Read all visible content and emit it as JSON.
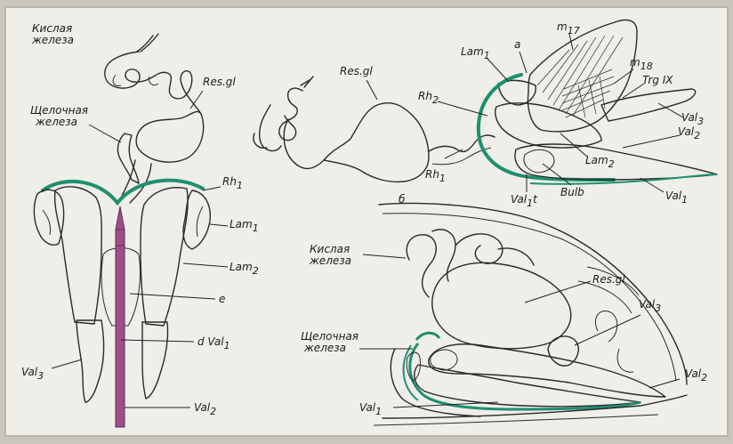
{
  "colors": {
    "paper": "#efeee9",
    "frame": "#c9c7bd",
    "blue": "#aacbe6",
    "pink": "#dc84a6",
    "salmon": "#e5a5a3",
    "yellow": "#f4ea1c",
    "green": "#1f8f6f",
    "teal": "#7ec9b0",
    "purple": "#9d4f8b",
    "outline": "#2a2a2a"
  },
  "labels": {
    "acid_gland_top": [
      "Кислая",
      "железа"
    ],
    "alkaline_gland_left": [
      "Щелочная",
      "железа"
    ],
    "res_gl_a": "Res.gl",
    "rh1_a": "Rh",
    "rh1_a_sub": "1",
    "lam1_a": "Lam",
    "lam1_a_sub": "1",
    "lam2_a": "Lam",
    "lam2_a_sub": "2",
    "e": "e",
    "dval1": "d Val",
    "dval1_sub": "1",
    "val3_a": "Val",
    "val3_a_sub": "3",
    "val2_a": "Val",
    "val2_a_sub": "2",
    "res_gl_b": "Res.gl",
    "rh2_b": "Rh",
    "rh2_b_sub": "2",
    "rh1_b": "Rh",
    "rh1_b_sub": "1",
    "b": "б",
    "lam1_c": "Lam",
    "lam1_c_sub": "1",
    "a": "a",
    "m17": "m",
    "m17_sub": "17",
    "m18": "m",
    "m18_sub": "18",
    "trg": "Trg IX",
    "val3_c": "Val",
    "val3_c_sub": "3",
    "val2_c": "Val",
    "val2_c_sub": "2",
    "lam2_c": "Lam",
    "lam2_c_sub": "2",
    "val1t": "Val",
    "val1t_sub": "1",
    "val1t_suffix": "t",
    "bulb": "Bulb",
    "val1_c": "Val",
    "val1_c_sub": "1",
    "acid_gland_d": [
      "Кислая",
      "железа"
    ],
    "res_gl_d": "Res.gl",
    "val3_d": "Val",
    "val3_d_sub": "3",
    "alkaline_gland_d": [
      "Щелочная",
      "железа"
    ],
    "val2_d": "Val",
    "val2_d_sub": "2",
    "val1_d": "Val",
    "val1_d_sub": "1"
  }
}
